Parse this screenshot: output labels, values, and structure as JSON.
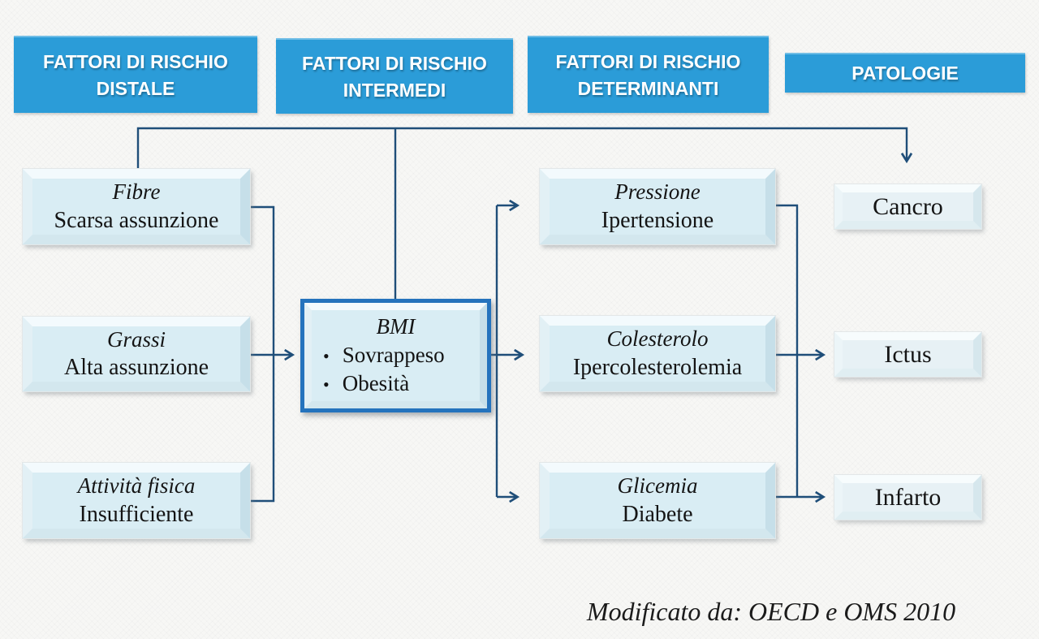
{
  "title_row": {
    "distale": "FATTORI DI RISCHIO\nDISTALE",
    "intermedi": "FATTORI DI RISCHIO\nINTERMEDI",
    "determinanti": "FATTORI DI RISCHIO\nDETERMINANTI",
    "patologie": "PATOLOGIE"
  },
  "columns": {
    "distal": [
      {
        "title": "Fibre",
        "subtitle": "Scarsa assunzione"
      },
      {
        "title": "Grassi",
        "subtitle": "Alta assunzione"
      },
      {
        "title": "Attività fisica",
        "subtitle": "Insufficiente"
      }
    ],
    "intermediate": {
      "title": "BMI",
      "bullets": [
        "Sovrappeso",
        "Obesità"
      ]
    },
    "determinant": [
      {
        "title": "Pressione",
        "subtitle": "Ipertensione"
      },
      {
        "title": "Colesterolo",
        "subtitle": "Ipercolesterolemia"
      },
      {
        "title": "Glicemia",
        "subtitle": "Diabete"
      }
    ],
    "pathologies": [
      "Cancro",
      "Ictus",
      "Infarto"
    ]
  },
  "caption": "Modificato da: OECD e OMS 2010",
  "icons": {
    "bullet": "•"
  },
  "colors": {
    "header_bg": "#2b9cd8",
    "header_text": "#ffffff",
    "connector": "#1f4e79",
    "box_fill": "#d9edf4",
    "pathology_fill": "#e7f1f5",
    "bmi_border": "#2473bd",
    "background": "#f7f7f5"
  }
}
